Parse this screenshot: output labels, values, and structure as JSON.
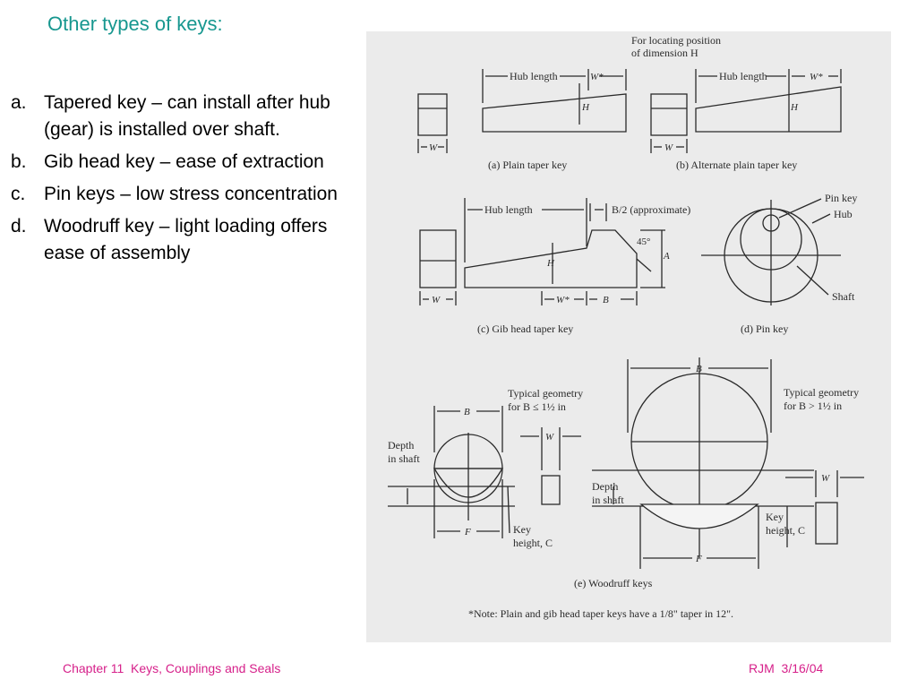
{
  "slide": {
    "title": "Other types of keys:",
    "bullets": [
      {
        "marker": "a.",
        "text": "Tapered key – can install after hub (gear) is installed over shaft."
      },
      {
        "marker": "b.",
        "text": "Gib head key – ease of extraction"
      },
      {
        "marker": "c.",
        "text": "Pin keys – low stress concentration"
      },
      {
        "marker": "d.",
        "text": "Woodruff key – light loading offers ease of assembly"
      }
    ]
  },
  "figure": {
    "locating_note_1": "For locating position",
    "locating_note_2": "of dimension H",
    "hub_length": "Hub length",
    "w_star": "W*",
    "w": "W",
    "h": "H",
    "b": "B",
    "a": "A",
    "f": "F",
    "angle": "45°",
    "b_half": "B/2 (approximate)",
    "caption_a": "(a) Plain taper key",
    "caption_b": "(b) Alternate plain taper key",
    "caption_c": "(c) Gib head taper key",
    "caption_d": "(d) Pin key",
    "caption_e": "(e) Woodruff keys",
    "pin_key": "Pin key",
    "hub": "Hub",
    "shaft": "Shaft",
    "typical_geometry": "Typical geometry",
    "for_small": "for B ≤ 1½ in",
    "for_large": "for B > 1½ in",
    "depth": "Depth",
    "in_shaft": "in shaft",
    "key": "Key",
    "height_c": "height, C",
    "note": "*Note: Plain and gib head taper keys have a 1/8\" taper in 12\"."
  },
  "footer": {
    "chapter": "Chapter 11  Keys, Couplings and Seals",
    "author_date": "RJM  3/16/04"
  },
  "colors": {
    "title": "#17978f",
    "footer": "#d6208a",
    "figure_bg": "#ebebeb"
  }
}
